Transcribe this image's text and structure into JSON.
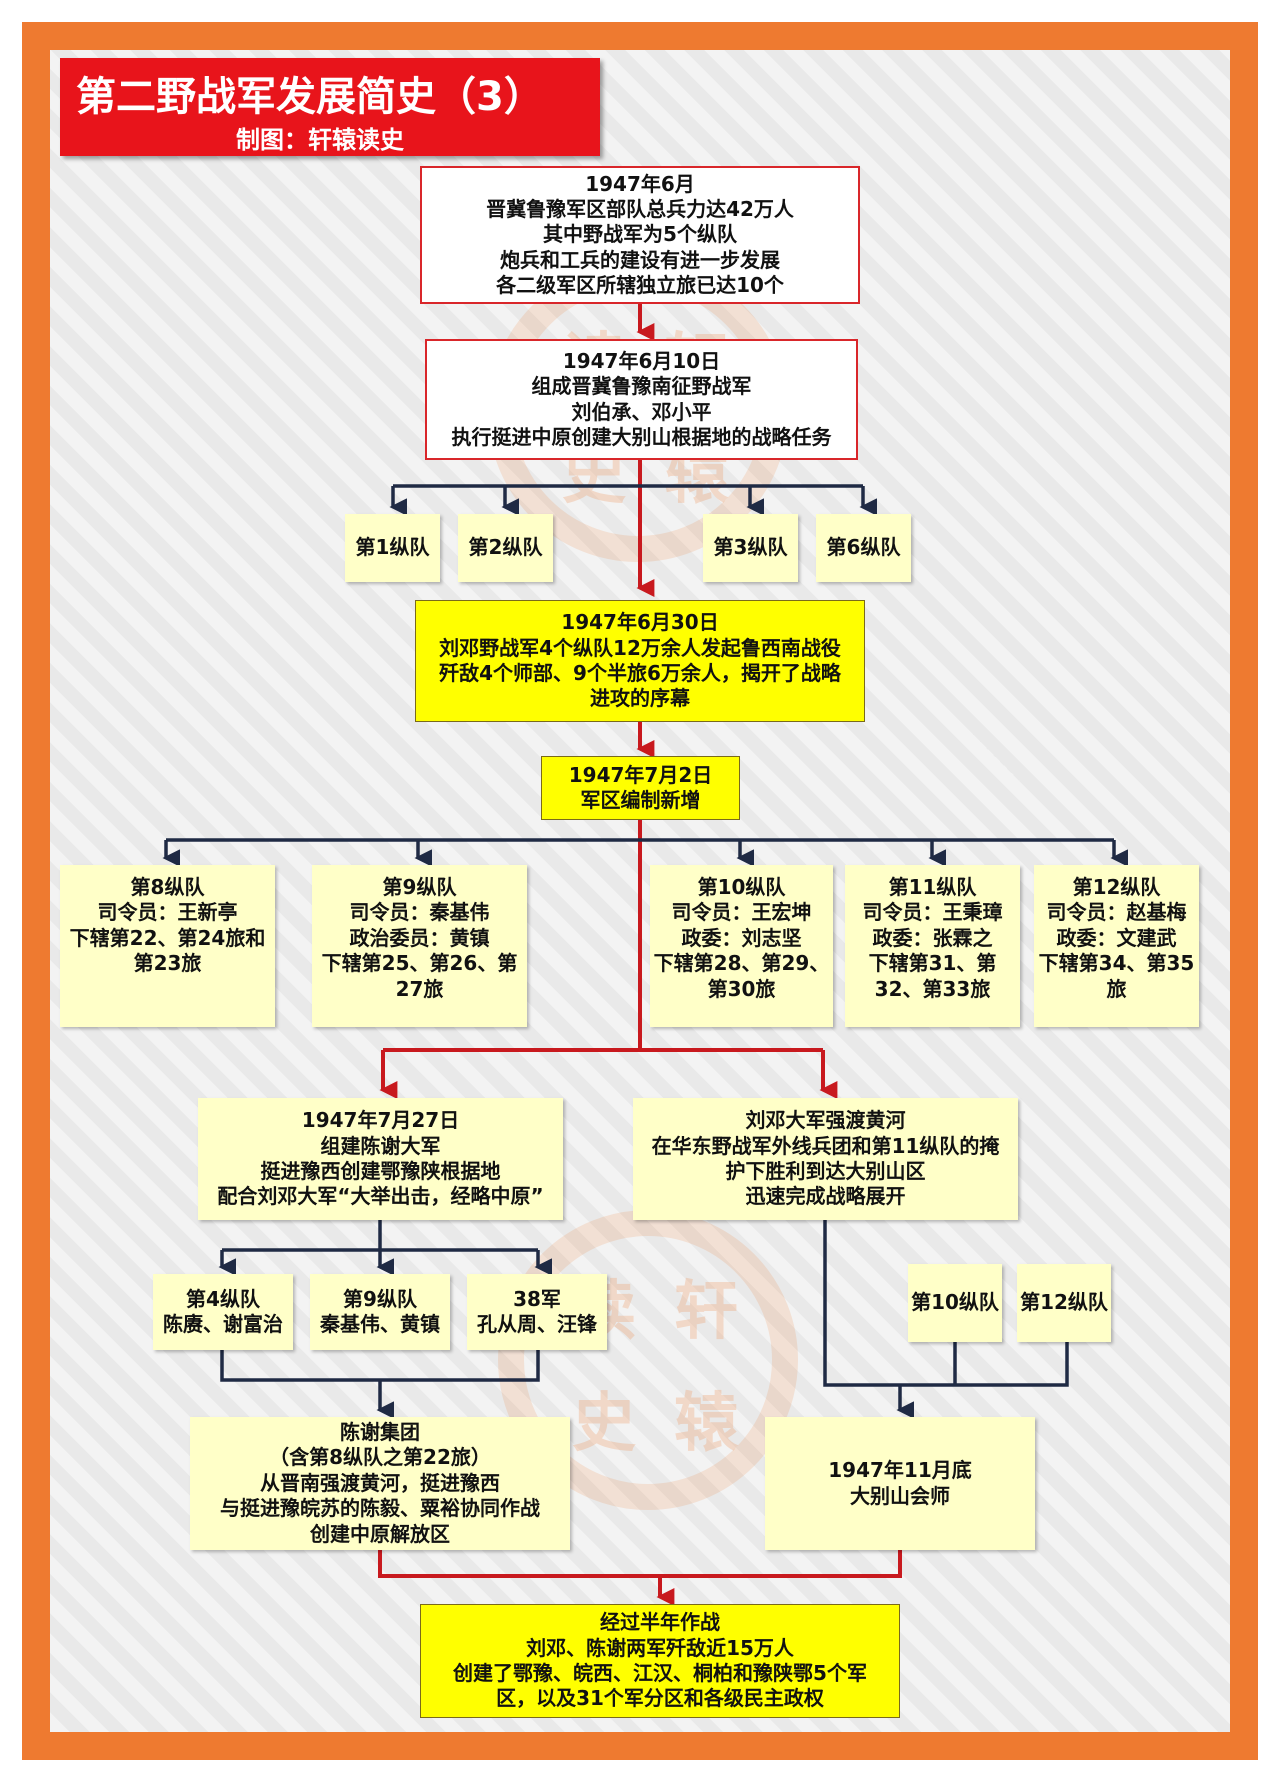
{
  "title": "第二野战军发展简史（3）",
  "subtitle": "制图：轩辕读史",
  "watermark": [
    "读",
    "轩",
    "史",
    "辕"
  ],
  "colors": {
    "frame": "#ee7a30",
    "title_bg": "#e8141b",
    "red_line": "#c8191e",
    "navy_line": "#1f2a44",
    "highlight": "#ffff00",
    "card": "#ffffc8"
  },
  "nodes": {
    "n1": [
      "1947年6月",
      "晋冀鲁豫军区部队总兵力达42万人",
      "其中野战军为5个纵队",
      "炮兵和工兵的建设有进一步发展",
      "各二级军区所辖独立旅已达10个"
    ],
    "n2": [
      "1947年6月10日",
      "组成晋冀鲁豫南征野战军",
      "刘伯承、邓小平",
      "执行挺进中原创建大别山根据地的战略任务"
    ],
    "c1": [
      "第1纵队"
    ],
    "c2": [
      "第2纵队"
    ],
    "c3": [
      "第3纵队"
    ],
    "c6": [
      "第6纵队"
    ],
    "n3": [
      "1947年6月30日",
      "刘邓野战军4个纵队12万余人发起鲁西南战役",
      "歼敌4个师部、9个半旅6万余人，揭开了战略",
      "进攻的序幕"
    ],
    "n4": [
      "1947年7月2日",
      "军区编制新增"
    ],
    "k8": [
      "第8纵队",
      " ",
      "司令员：王新亭",
      "下辖第22、第24旅和",
      "第23旅"
    ],
    "k9": [
      "第9纵队",
      " ",
      "司令员：秦基伟",
      "政治委员：黄镇",
      "下辖第25、第26、第",
      "27旅"
    ],
    "k10": [
      "第10纵队",
      " ",
      "司令员：王宏坤",
      "政委：刘志坚",
      "下辖第28、第29、",
      "第30旅"
    ],
    "k11": [
      "第11纵队",
      " ",
      "司令员：王秉璋",
      "政委：张霖之",
      "下辖第31、第",
      "32、第33旅"
    ],
    "k12": [
      "第12纵队",
      " ",
      "司令员：赵基梅",
      "政委：文建武",
      "下辖第34、第35",
      "旅"
    ],
    "n5": [
      "1947年7月27日",
      "组建陈谢大军",
      "挺进豫西创建鄂豫陕根据地",
      "配合刘邓大军“大举出击，经略中原”"
    ],
    "n6": [
      "刘邓大军强渡黄河",
      "在华东野战军外线兵团和第11纵队的掩",
      "护下胜利到达大别山区",
      "迅速完成战略展开"
    ],
    "s4": [
      "第4纵队",
      "陈赓、谢富治"
    ],
    "s9": [
      "第9纵队",
      "秦基伟、黄镇"
    ],
    "s38": [
      "38军",
      "孔从周、汪锋"
    ],
    "s10": [
      "第10纵队"
    ],
    "s12": [
      "第12纵队"
    ],
    "n7": [
      "陈谢集团",
      "（含第8纵队之第22旅）",
      "从晋南强渡黄河，挺进豫西",
      "与挺进豫皖苏的陈毅、粟裕协同作战",
      "创建中原解放区"
    ],
    "n8": [
      "1947年11月底",
      "大别山会师"
    ],
    "n9": [
      "经过半年作战",
      "刘邓、陈谢两军歼敌近15万人",
      "创建了鄂豫、皖西、江汉、桐柏和豫陕鄂5个军",
      "区，以及31个军分区和各级民主政权"
    ]
  }
}
